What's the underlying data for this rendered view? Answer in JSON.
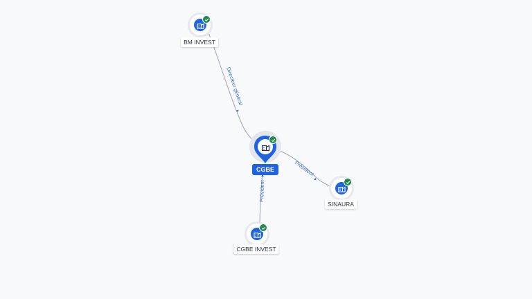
{
  "graph": {
    "nodes": [
      {
        "id": "bm",
        "label": "BM INVEST",
        "icon": "company-building-icon",
        "verified": true
      },
      {
        "id": "cgbe",
        "label": "CGBE",
        "icon": "company-building-icon",
        "verified": true,
        "focus": true
      },
      {
        "id": "sinaura",
        "label": "SINAURA",
        "icon": "company-building-icon",
        "verified": true
      },
      {
        "id": "cgbeinv",
        "label": "CGBE INVEST",
        "icon": "company-building-icon",
        "verified": true
      }
    ],
    "edges": [
      {
        "from": "bm",
        "to": "cgbe",
        "label": "Directeur général"
      },
      {
        "from": "cgbe",
        "to": "sinaura",
        "label": "Président"
      },
      {
        "from": "cgbeinv",
        "to": "cgbe",
        "label": "Président"
      }
    ]
  },
  "colors": {
    "node_primary": "#1f63e0",
    "verified": "#1f8a4c",
    "edge": "#9aa3b5",
    "edge_label": "#3d6fd6"
  }
}
